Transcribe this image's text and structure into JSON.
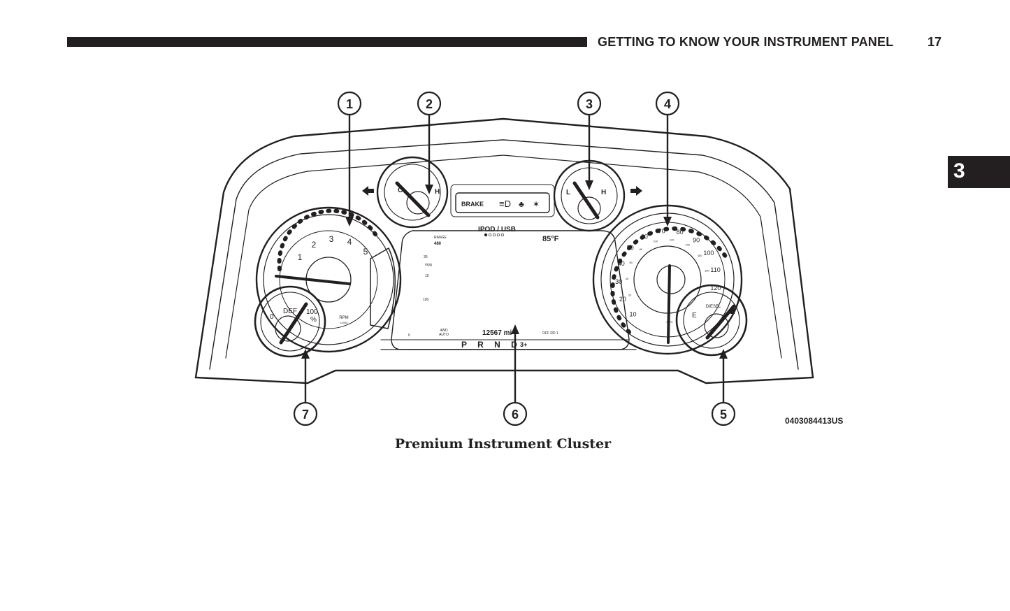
{
  "header": {
    "title": "GETTING TO KNOW YOUR INSTRUMENT PANEL",
    "page_number": "17"
  },
  "chapter_tab": {
    "label": "3"
  },
  "figure": {
    "caption": "Premium Instrument Cluster",
    "figure_id": "0403084413US",
    "callouts": [
      "1",
      "2",
      "3",
      "4",
      "5",
      "6",
      "7"
    ],
    "tachometer": {
      "labels": [
        "1",
        "2",
        "3",
        "4",
        "5"
      ],
      "unit": "RPM",
      "unit_sub": "x1000"
    },
    "temp_gauge": {
      "low": "C",
      "high": "H"
    },
    "oil_gauge": {
      "low": "L",
      "high": "H"
    },
    "warning_strip": {
      "brake_label": "BRAKE",
      "icons": [
        "headlamp-icon",
        "seatbelt-icon",
        "airbag-icon"
      ]
    },
    "def_gauge": {
      "low": "0",
      "label": "DEF",
      "high": "100",
      "unit": "%"
    },
    "fuel_gauge": {
      "low": "E",
      "label": "DIESEL"
    },
    "speedometer": {
      "mph": [
        "10",
        "20",
        "30",
        "40",
        "50",
        "60",
        "70",
        "80",
        "90",
        "100",
        "110",
        "120"
      ],
      "kmh": [
        "20",
        "40",
        "60",
        "80",
        "100",
        "120",
        "140",
        "160",
        "180"
      ],
      "unit": "MPH"
    },
    "display": {
      "source": "IPOD / USB",
      "source_dots": 5,
      "source_active_dot": 1,
      "range_label": "RANGE",
      "range_value": "480",
      "temperature": "85°F",
      "mpg_high": "30",
      "mpg_unit": "mpg",
      "mpg_low": "10",
      "bar_high": "100",
      "bar_low": "0",
      "drive_mode_line1": "4WD",
      "drive_mode_line2": "AUTO",
      "odometer": "12567 mi",
      "off_road": "OFF RD 1",
      "gear_selector": "P R N D",
      "gear_suffix": "3+"
    }
  }
}
